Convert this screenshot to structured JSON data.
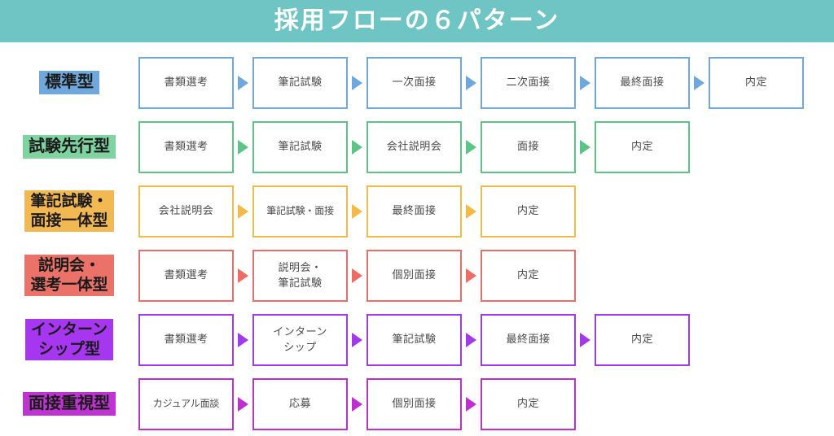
{
  "header": {
    "title": "採用フローの６パターン",
    "background_color": "#6fc5c4",
    "text_color": "#ffffff"
  },
  "page": {
    "background_color": "#ffffff",
    "step_text_color": "#4a4a4a",
    "label_text_color": "#1a1a1a"
  },
  "rows": [
    {
      "id": "standard",
      "label": "標準型",
      "label_size": "size-lg",
      "badge_color": "#6fa8dc",
      "line_color": "#6fa8dc",
      "steps": [
        {
          "label": "書類選考"
        },
        {
          "label": "筆記試験"
        },
        {
          "label": "一次面接"
        },
        {
          "label": "二次面接"
        },
        {
          "label": "最終面接"
        },
        {
          "label": "内定"
        }
      ]
    },
    {
      "id": "test-first",
      "label": "試験先行型",
      "label_size": "size-lg",
      "badge_color": "#7fd3a0",
      "line_color": "#5cc487",
      "steps": [
        {
          "label": "書類選考"
        },
        {
          "label": "筆記試験"
        },
        {
          "label": "会社説明会"
        },
        {
          "label": "面接"
        },
        {
          "label": "内定"
        }
      ]
    },
    {
      "id": "test-interview-combined",
      "label": "筆記試験・\n面接一体型",
      "label_size": "size-md",
      "badge_color": "#f2b851",
      "line_color": "#f5b945",
      "steps": [
        {
          "label": "会社説明会"
        },
        {
          "label": "筆記試験・面接",
          "tight": true
        },
        {
          "label": "最終面接"
        },
        {
          "label": "内定"
        }
      ]
    },
    {
      "id": "briefing-screening-combined",
      "label": "説明会・\n選考一体型",
      "label_size": "size-md",
      "badge_color": "#ea7268",
      "line_color": "#ec6d63",
      "steps": [
        {
          "label": "書類選考"
        },
        {
          "label": "説明会・\n筆記試験"
        },
        {
          "label": "個別面接"
        },
        {
          "label": "内定"
        }
      ]
    },
    {
      "id": "internship",
      "label": "インターン\nシップ型",
      "label_size": "size-md",
      "badge_color": "#a736f0",
      "line_color": "#a33ae8",
      "steps": [
        {
          "label": "書類選考"
        },
        {
          "label": "インターン\nシップ"
        },
        {
          "label": "筆記試験"
        },
        {
          "label": "最終面接"
        },
        {
          "label": "内定"
        }
      ]
    },
    {
      "id": "interview-focused",
      "label": "面接重視型",
      "label_size": "size-lg",
      "badge_color": "#bd34d0",
      "line_color": "#bf2fd0",
      "steps": [
        {
          "label": "カジュアル面談",
          "tight": true
        },
        {
          "label": "応募"
        },
        {
          "label": "個別面接"
        },
        {
          "label": "内定"
        }
      ]
    }
  ]
}
